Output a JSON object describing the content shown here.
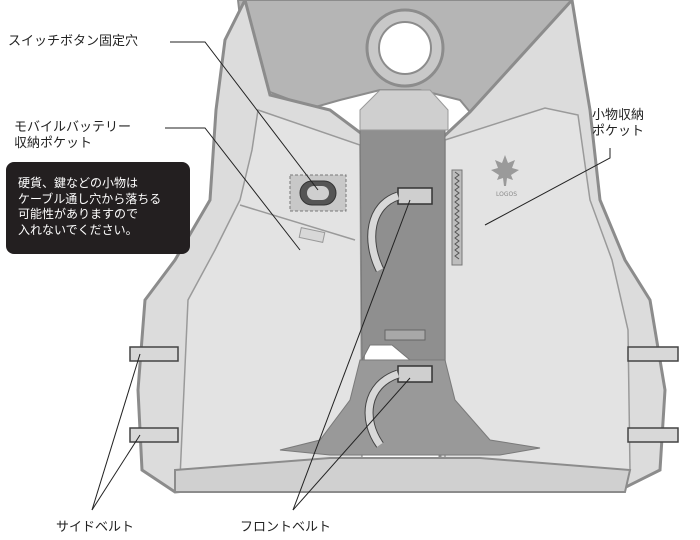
{
  "labels": {
    "switch_hole": "スイッチボタン固定穴",
    "battery_pocket": [
      "モバイルバッテリー",
      "収納ポケット"
    ],
    "small_pocket": [
      "小物収納",
      "ポケット"
    ],
    "side_belt": "サイドベルト",
    "front_belt": "フロントベルト"
  },
  "note": {
    "lines": [
      "硬貨、鍵などの小物は",
      "ケーブル通し穴から落ちる",
      "可能性がありますので",
      "入れないでください。"
    ]
  },
  "logo": {
    "text": "LOGOS"
  },
  "colors": {
    "vest_fill": "#dcdcdc",
    "vest_outline": "#8c8c8c",
    "center_panel": "#8f8f8f",
    "dark_rim": "#9a9a9a",
    "note_bg": "#231f20"
  }
}
